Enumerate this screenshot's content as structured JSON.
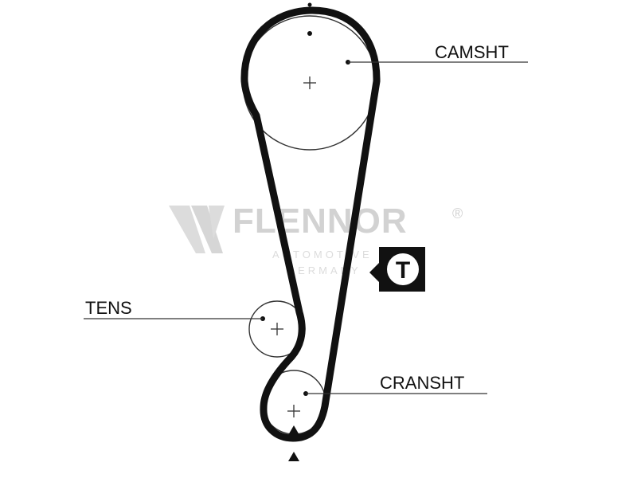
{
  "labels": {
    "camshaft": "CAMSHT",
    "tensioner": "TENS",
    "crankshaft": "CRANSHT"
  },
  "timing_mark": {
    "letter": "T"
  },
  "watermark": {
    "brand": "FLENNOR",
    "registered": "®",
    "line1": "AUTOMOTIVE",
    "line2": "GERMANY"
  },
  "colors": {
    "belt": "#111111",
    "pulley": "#222222",
    "watermark": "#d2d2d2"
  }
}
